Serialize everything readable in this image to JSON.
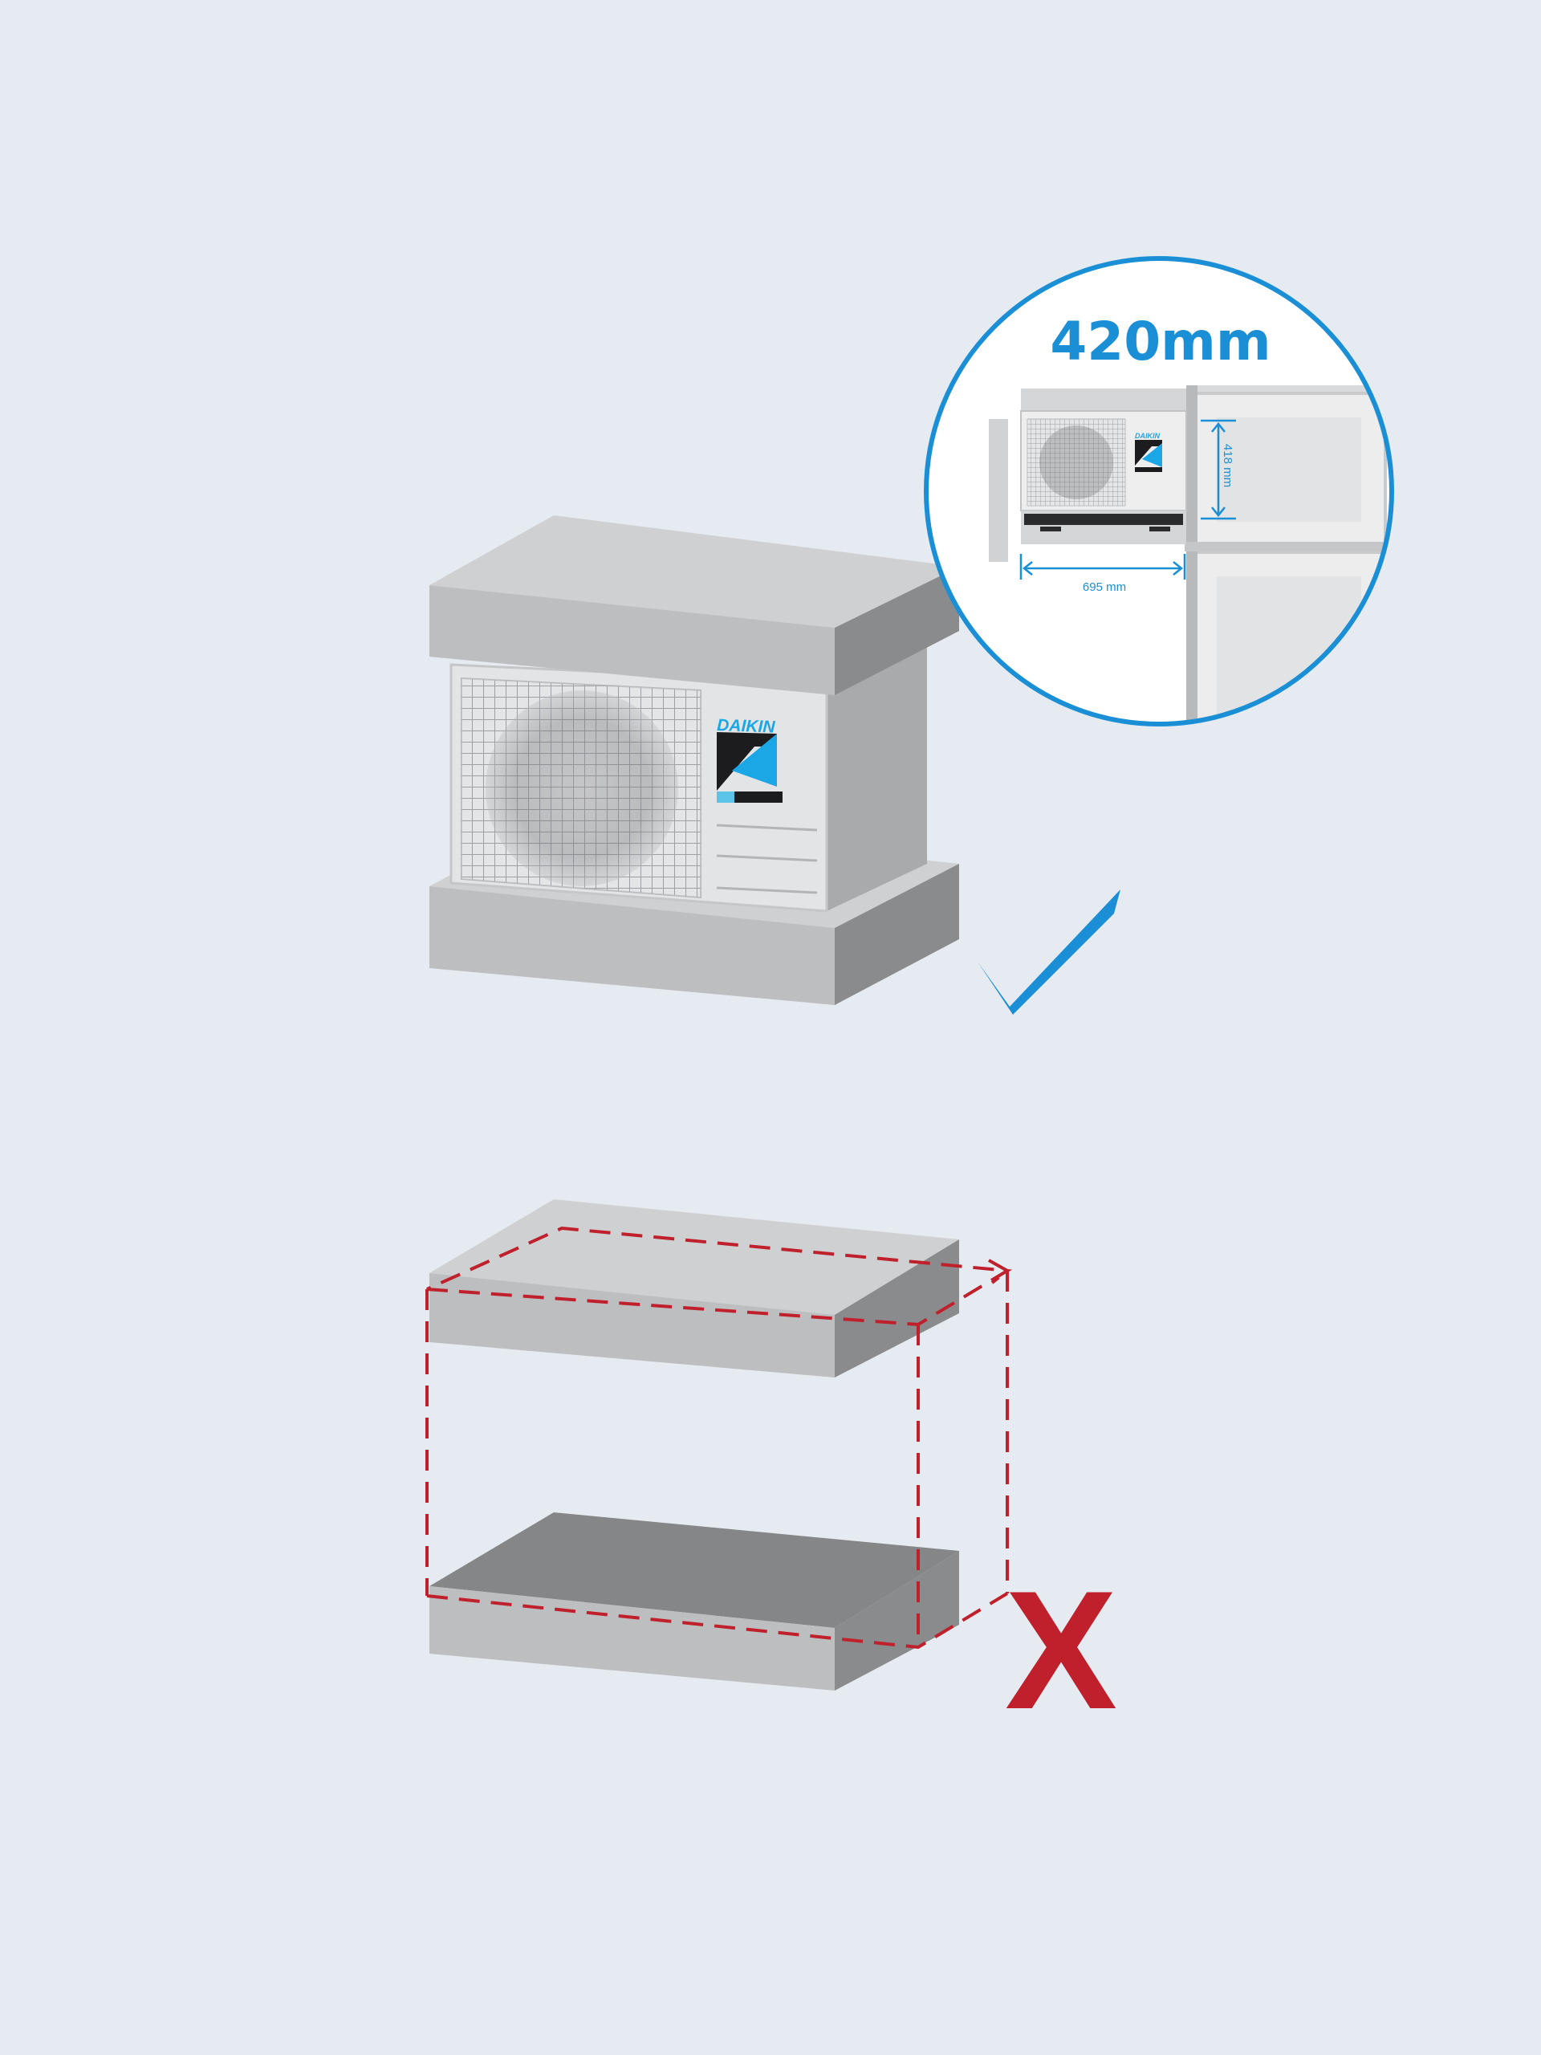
{
  "colors": {
    "background": "#e6ebf1",
    "accent_blue": "#1a8fd6",
    "error_red": "#c0202c",
    "daikin_blue": "#1ba6e6",
    "slab_light": "#cfd0d2",
    "slab_front": "#bdbec0",
    "slab_side": "#8a8b8d"
  },
  "correct_setup": {
    "brand": "DAIKIN",
    "status_icon": "checkmark-icon"
  },
  "callout": {
    "title": "420mm",
    "height_label": "418 mm",
    "width_label": "695 mm",
    "brand": "DAIKIN"
  },
  "incorrect_setup": {
    "status_icon": "cross-icon",
    "status_text": "X"
  }
}
